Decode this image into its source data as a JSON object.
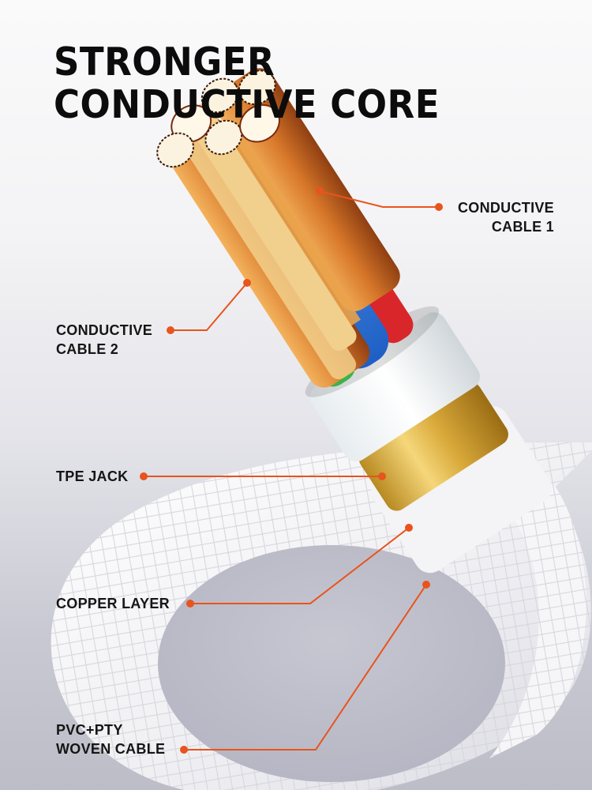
{
  "headline": {
    "line1": "STRONGER",
    "line2": "CONDUCTIVE CORE"
  },
  "callouts": [
    {
      "id": "conductive-cable-1",
      "lines": [
        "CONDUCTIVE",
        "CABLE 1"
      ]
    },
    {
      "id": "conductive-cable-2",
      "lines": [
        "CONDUCTIVE",
        "CABLE 2"
      ]
    },
    {
      "id": "tpe-jack",
      "lines": [
        "TPE JACK"
      ]
    },
    {
      "id": "copper-layer",
      "lines": [
        "COPPER LAYER"
      ]
    },
    {
      "id": "woven-cable",
      "lines": [
        "PVC+PTY",
        "WOVEN CABLE"
      ]
    }
  ],
  "colors": {
    "accent": "#e8541c",
    "headline": "#0c0c0c",
    "label": "#151515",
    "copper": "#d98a3a",
    "gold": "#d9b24a",
    "blue_wire": "#2f7fe0",
    "green_wire": "#3cb34a",
    "red_wire": "#d9262a",
    "braid": "#f4f4f6"
  }
}
